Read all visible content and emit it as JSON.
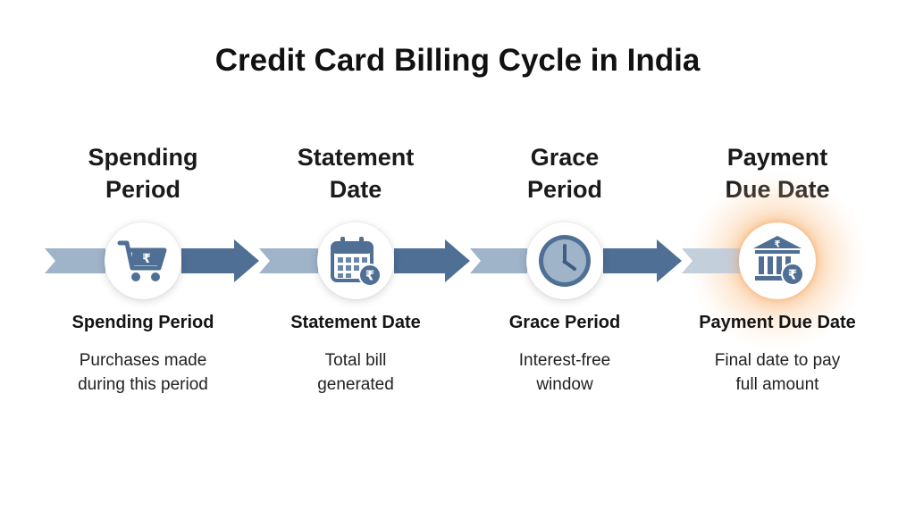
{
  "title": "Credit Card Billing Cycle in India",
  "colors": {
    "arrow": "#4f6f95",
    "arrow_light": "#9fb3c9",
    "icon": "#4f6f95",
    "highlight_glow": "#f7a050"
  },
  "stages": [
    {
      "heading": [
        "Spending",
        "Period"
      ],
      "icon": "shopping-cart-rupee-icon",
      "label": "Spending Period",
      "description": [
        "Purchases made",
        "during this period"
      ]
    },
    {
      "heading": [
        "Statement",
        "Date"
      ],
      "icon": "calendar-rupee-icon",
      "label": "Statement Date",
      "description": [
        "Total bill",
        "generated"
      ]
    },
    {
      "heading": [
        "Grace",
        "Period"
      ],
      "icon": "clock-icon",
      "label": "Grace Period",
      "description": [
        "Interest-free",
        "window"
      ]
    },
    {
      "heading": [
        "Payment",
        "Due Date"
      ],
      "icon": "bank-rupee-icon",
      "label": "Payment Due Date",
      "description": [
        "Final date to pay",
        "full amount"
      ],
      "highlighted": true
    }
  ]
}
